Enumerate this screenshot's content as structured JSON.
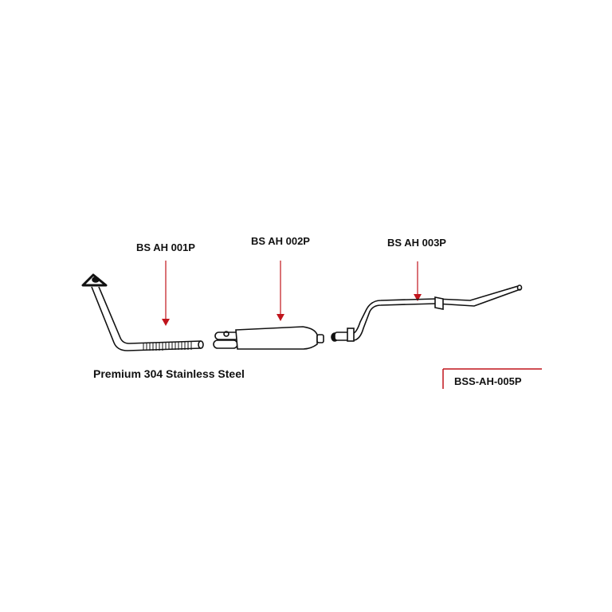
{
  "parts": [
    {
      "label": "BS AH 001P"
    },
    {
      "label": "BS AH 002P"
    },
    {
      "label": "BS AH 003P"
    }
  ],
  "caption": "Premium 304 Stainless Steel",
  "kit_code": "BSS-AH-005P",
  "colors": {
    "arrow": "#c0141c",
    "line": "#111111"
  }
}
